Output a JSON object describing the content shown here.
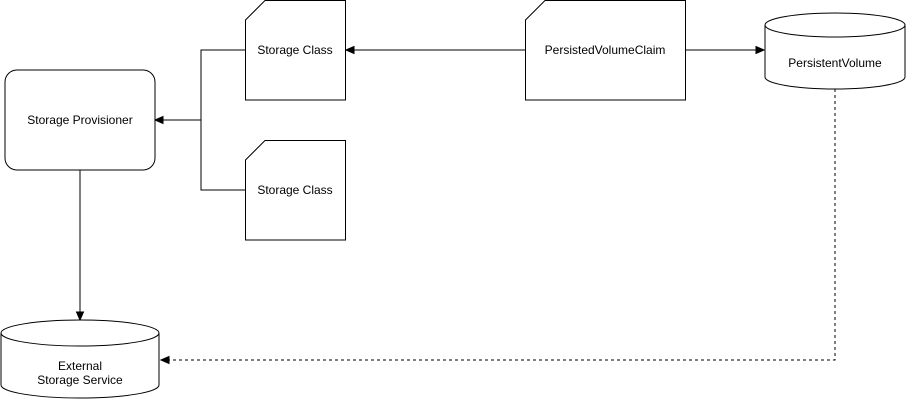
{
  "nodes": {
    "storage_provisioner": {
      "label": "Storage Provisioner"
    },
    "storage_class_1": {
      "label": "Storage Class"
    },
    "storage_class_2": {
      "label": "Storage Class"
    },
    "persisted_volume_claim": {
      "label": "PersistedVolumeClaim"
    },
    "persistent_volume": {
      "label": "PersistentVolume"
    },
    "external_storage": {
      "label_lines": [
        "External",
        "Storage Service"
      ]
    }
  },
  "edges": [
    {
      "from": "PersistedVolumeClaim",
      "to": "Storage Class",
      "style": "solid"
    },
    {
      "from": "PersistedVolumeClaim",
      "to": "PersistentVolume",
      "style": "solid"
    },
    {
      "from": "Storage Class",
      "to": "Storage Provisioner",
      "style": "solid"
    },
    {
      "from": "Storage Class (2)",
      "to": "Storage Provisioner",
      "style": "solid"
    },
    {
      "from": "Storage Provisioner",
      "to": "External Storage Service",
      "style": "solid"
    },
    {
      "from": "PersistentVolume",
      "to": "External Storage Service",
      "style": "dashed"
    }
  ],
  "colors": {
    "stroke": "#000000",
    "fill": "#ffffff",
    "background": "#ffffff"
  }
}
